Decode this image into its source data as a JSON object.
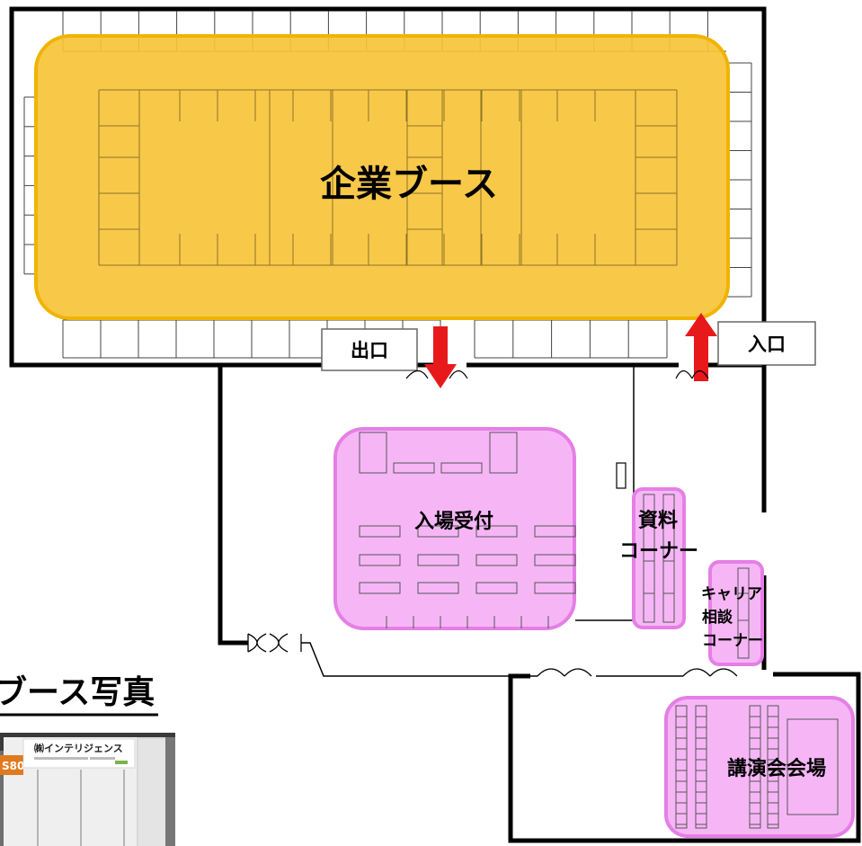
{
  "zones": {
    "company_booths": "企業ブース",
    "reception": "入場受付",
    "materials_line1": "資料",
    "materials_line2": "コーナー",
    "career_line1": "キャリア",
    "career_line2": "相談",
    "career_line3": "コーナー",
    "lecture_hall": "講演会会場"
  },
  "signs": {
    "exit": "出口",
    "entrance": "入口"
  },
  "photo_section": {
    "heading": "ブース写真",
    "photo_sign": "㈱インテリジェンス",
    "photo_number": "S80"
  },
  "colors": {
    "booth_zone": "#f7c33a",
    "booth_zone_border": "#f0b400",
    "pink_zone": "#f4a9f4",
    "pink_zone_border": "#e57fe5",
    "arrow": "#e8191b"
  }
}
